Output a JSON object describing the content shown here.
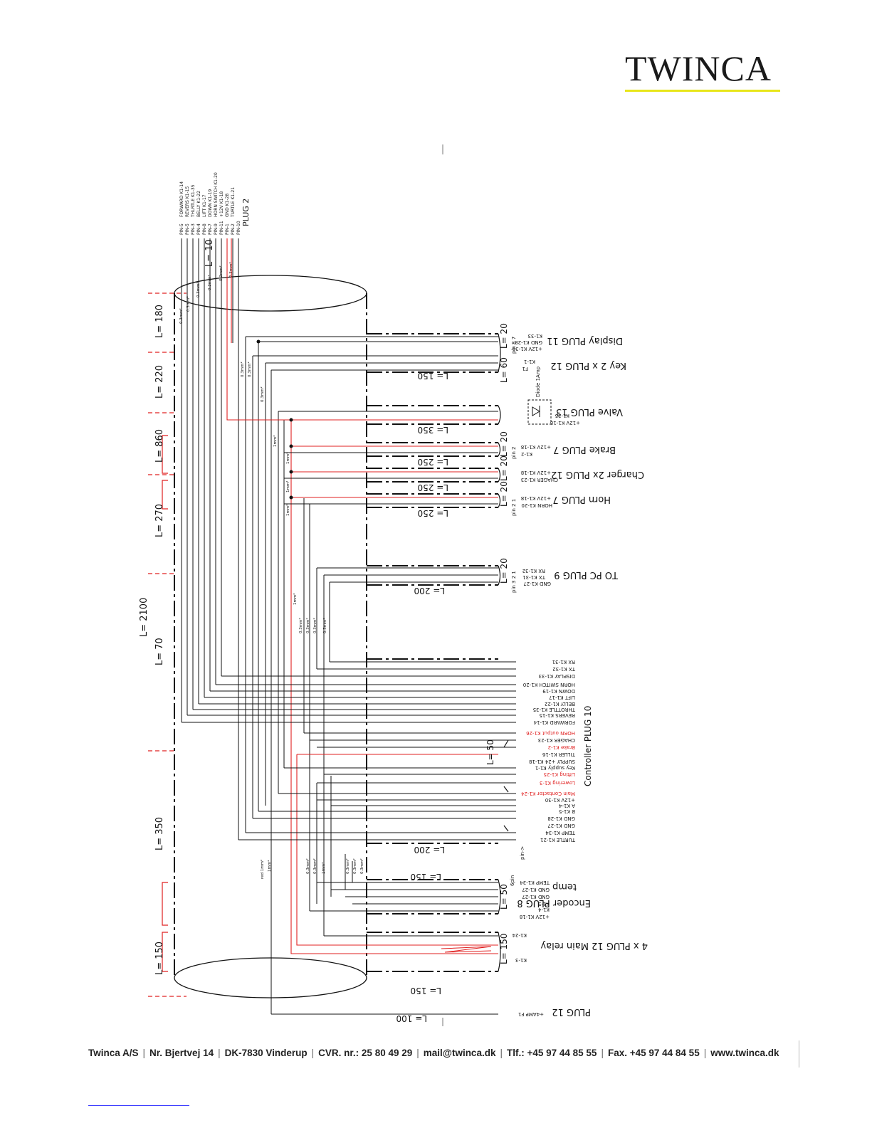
{
  "brand": {
    "logo_text": "TWINCA",
    "accent_color": "#e8e61a"
  },
  "footer": {
    "company": "Twinca A/S",
    "address": "Nr. Bjertvej 14",
    "city": "DK-7830 Vinderup",
    "cvr": "CVR. nr.: 25 80 49 29",
    "email": "mail@twinca.dk",
    "phone": "Tlf.: +45 97 44 85 55",
    "fax": "Fax. +45 97 44 84 55",
    "web": "www.twinca.dk"
  },
  "diagram": {
    "wire_color": "#111111",
    "power_wire_color": "#e02020",
    "plug2": {
      "title": "PLUG 2",
      "pins": [
        "PIN-5",
        "PIN-5",
        "PIN-3",
        "PIN-4",
        "PIN-8",
        "PIN-7",
        "PIN-9",
        "PIN-11",
        "PIN-1",
        "PIN-2",
        "PIN-10"
      ],
      "signals": [
        "FORWARD K1-14",
        "REVERS K1-15",
        "THLRTLE K1-35",
        "BELLY K1-22",
        "LIFT K1-17",
        "DOWN K1-19",
        "HORN SWITCH K1-20",
        "+12V K1-18",
        "GND K1-28",
        "TURTLE K1-21"
      ],
      "length": "L= 10"
    },
    "trunk_segments": [
      "L= 180",
      "L= 220",
      "L= 860",
      "L= 270",
      "L= 2100",
      "L= 70",
      "L= 350",
      "L= 150"
    ],
    "branch_lengths": [
      "L= 150",
      "L= 350",
      "L= 250",
      "L= 250",
      "L= 250",
      "L= 200",
      "L= 200",
      "L= 150",
      "L= 150",
      "L= 100"
    ],
    "connector_lengths": [
      "L= 20",
      "L= 60",
      "L= 20",
      "L= 20",
      "L= 20",
      "L= 20",
      "L= 50",
      "L= 50",
      "L= 150"
    ],
    "wire_sizes": [
      "0.3mm²",
      "1mm²",
      "red 1mm²"
    ],
    "connectors": [
      {
        "name": "Display PLUG 11",
        "signals": [
          "K1-33",
          "GND K1-28",
          "+12V K1-30"
        ],
        "pins": "pin 8 7"
      },
      {
        "name": "Key 2 x PLUG 12",
        "signals": [
          "K1-1",
          "F1"
        ]
      },
      {
        "name": "Valve PLUG 13",
        "signals": [
          "K1-25",
          "+12V K1-18"
        ],
        "note": "Diode 1Amp"
      },
      {
        "name": "Brake PLUG 7",
        "signals": [
          "+12V K1-18",
          "K1-2"
        ],
        "pins": "pin 2"
      },
      {
        "name": "Charger 2x PLUG 12",
        "signals": [
          "+12V K1-18",
          "CHAGER K1-23"
        ]
      },
      {
        "name": "Horn PLUG 7",
        "signals": [
          "+12V K1-18",
          "HORN K1-20"
        ],
        "pins": "pin 2 1"
      },
      {
        "name": "TO PC PLUG 9",
        "signals": [
          "RX K1-32",
          "TX K1-31",
          "GND K1-27"
        ],
        "pins": "pin 3 2 1"
      },
      {
        "name": "Controller PLUG 10",
        "signals": [
          "RX K1-31",
          "TX K1-32",
          "DISPLAY K1-33",
          "HORN SWITCH K1-20",
          "DOWN K1-19",
          "LIFT K1-17",
          "BELLY K1-22",
          "THROTTLE K1-35",
          "REVERS K1-15",
          "FORWARD K1-14",
          "HORN output K1-26",
          "CHAGER K1-23",
          "Brake K1-2",
          "TILLER K1-16",
          "SUPPLY +24 K1-18",
          "Key supply K1-1",
          "Lifting K1-25",
          "Lowering K1-3",
          "Main Contactor K1-24",
          "+12V K1-30",
          "A K1-4",
          "B K1-5",
          "GND K1-28",
          "GND K1-27",
          "TEMP K1-34",
          "TURTLE K1-21"
        ]
      },
      {
        "name": "Encoder PLUG 8",
        "signals": [
          "TEMP K1-34",
          "GND K1-27",
          "GND K1-27",
          "K1-5",
          "K1-4",
          "+12V K1-18"
        ],
        "pins": "6pin"
      },
      {
        "name": "temp",
        "signals": []
      },
      {
        "name": "4 x PLUG 12 Main relay",
        "signals": [
          "K1-24",
          "K1-3"
        ]
      },
      {
        "name": "PLUG 12",
        "signals": [
          "+4AMP F1"
        ]
      }
    ],
    "pin_marker": "pin->"
  }
}
